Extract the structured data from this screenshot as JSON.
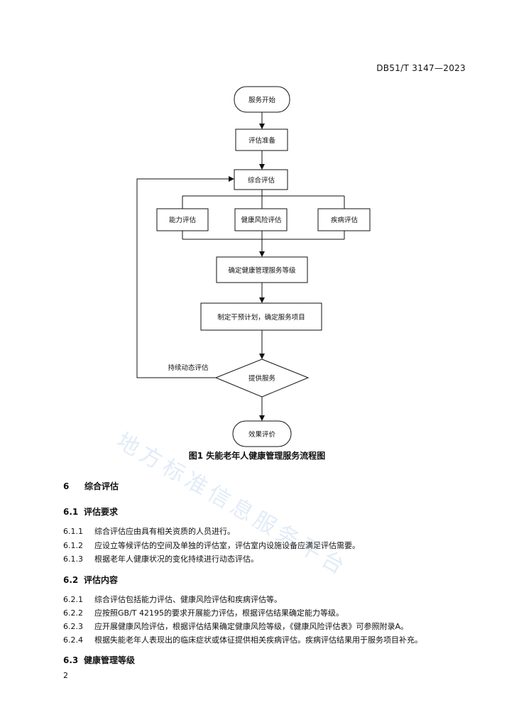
{
  "header": {
    "standard_code": "DB51/T 3147—2023"
  },
  "flowchart": {
    "start": "服务开始",
    "prepare": "评估准备",
    "comprehensive": "综合评估",
    "branches": [
      "能力评估",
      "健康风险评估",
      "疾病评估"
    ],
    "determine_level": "确定健康管理服务等级",
    "plan": "制定干预计划，确定服务项目",
    "provide": "提供服务",
    "loop_label": "持续动态评估",
    "end": "效果评价"
  },
  "figure_caption": "图1 失能老年人健康管理服务流程图",
  "watermark": "地方标准信息服务平台",
  "sections": {
    "s6": {
      "num": "6",
      "title": "综合评估"
    },
    "s6_1": {
      "num": "6.1",
      "title": "评估要求",
      "items": [
        {
          "num": "6.1.1",
          "text": "综合评估应由具有相关资质的人员进行。"
        },
        {
          "num": "6.1.2",
          "text": "应设立等候评估的空间及单独的评估室，评估室内设施设备应满足评估需要。"
        },
        {
          "num": "6.1.3",
          "text": "根据老年人健康状况的变化持续进行动态评估。"
        }
      ]
    },
    "s6_2": {
      "num": "6.2",
      "title": "评估内容",
      "items": [
        {
          "num": "6.2.1",
          "text": "综合评估包括能力评估、健康风险评估和疾病评估等。"
        },
        {
          "num": "6.2.2",
          "text": "应按照GB/T 42195的要求开展能力评估，根据评估结果确定能力等级。"
        },
        {
          "num": "6.2.3",
          "text": "应开展健康风险评估，根据评估结果确定健康风险等级，《健康风险评估表》可参照附录A。"
        },
        {
          "num": "6.2.4",
          "text": "根据失能老年人表现出的临床症状或体征提供相关疾病评估。疾病评估结果用于服务项目补充。"
        }
      ]
    },
    "s6_3": {
      "num": "6.3",
      "title": "健康管理等级"
    }
  },
  "page_number": "2"
}
